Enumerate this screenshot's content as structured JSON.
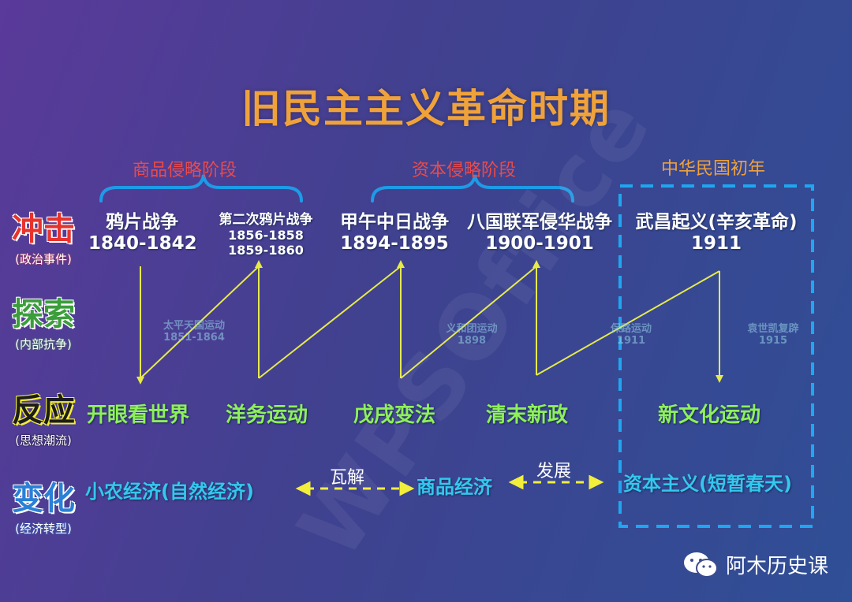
{
  "title": "旧民主主义革命时期",
  "stages": {
    "commodity": "商品侵略阶段",
    "capital": "资本侵略阶段",
    "republic": "中华民国初年"
  },
  "rows": {
    "impact": {
      "main": "冲击",
      "sub": "(政治事件)"
    },
    "explore": {
      "main": "探索",
      "sub": "(内部抗争)"
    },
    "reaction": {
      "main": "反应",
      "sub": "(思想潮流)"
    },
    "change": {
      "main": "变化",
      "sub": "(经济转型)"
    }
  },
  "events": [
    {
      "name": "鸦片战争",
      "date": "1840-1842"
    },
    {
      "name": "第二次鸦片战争",
      "date": "1856-1858",
      "date2": "1859-1860"
    },
    {
      "name": "甲午中日战争",
      "date": "1894-1895"
    },
    {
      "name": "八国联军侵华战争",
      "date": "1900-1901"
    },
    {
      "name": "武昌起义(辛亥革命)",
      "date": "1911"
    }
  ],
  "explorations": [
    {
      "name": "太平天国运动",
      "date": "1851-1864"
    },
    {
      "name": "义和团运动",
      "date": "1898"
    },
    {
      "name": "保路运动",
      "date": "1911"
    },
    {
      "name": "袁世凯复辟",
      "date": "1915"
    }
  ],
  "reactions": [
    "开眼看世界",
    "洋务运动",
    "戊戌变法",
    "清末新政",
    "新文化运动"
  ],
  "economy": {
    "small_farmer": "小农经济(自然经济)",
    "commodity": "商品经济",
    "capitalism": "资本主义(短暂春天)",
    "link1": "瓦解",
    "link2": "发展"
  },
  "watermark": "WPSOffice",
  "footer": "阿木历史课",
  "colors": {
    "title": "#f0a23a",
    "brace": "#1e9be6",
    "zigzag": "#e6ea4a",
    "dashed_box": "#1ea7f0",
    "reaction": "#8ef05a",
    "economy": "#33c8ee"
  },
  "icons": {
    "footer": "wechat-icon"
  }
}
